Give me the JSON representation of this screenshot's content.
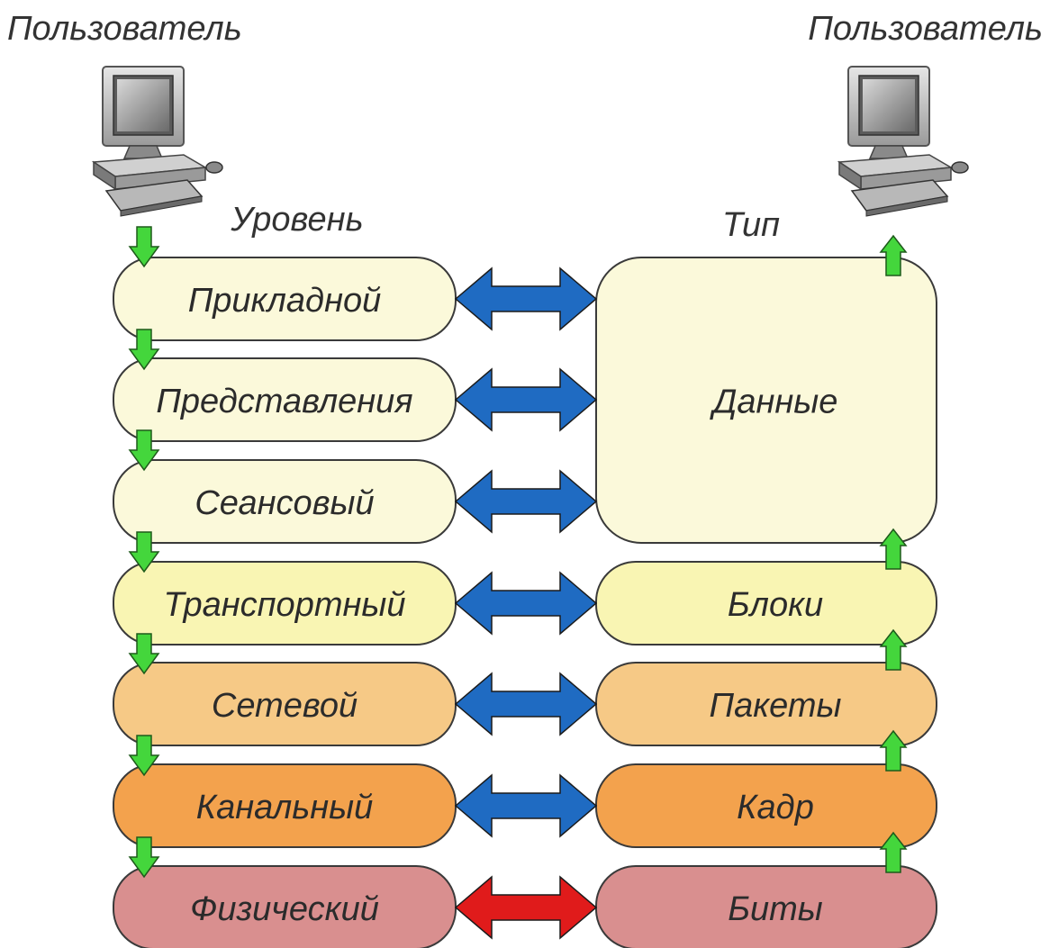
{
  "users": {
    "left": "Пользователь",
    "right": "Пользователь"
  },
  "headers": {
    "level": "Уровень",
    "type": "Тип"
  },
  "layers": [
    {
      "name": "Прикладной",
      "color": "#fbf9da",
      "italic": true
    },
    {
      "name": "Представления",
      "color": "#fbf9da",
      "italic": true
    },
    {
      "name": "Сеансовый",
      "color": "#fbf9da",
      "italic": true
    },
    {
      "name": "Транспортный",
      "color": "#f9f5b3",
      "italic": true
    },
    {
      "name": "Сетевой",
      "color": "#f6c986",
      "italic": true
    },
    {
      "name": "Канальный",
      "color": "#f3a24d",
      "italic": true
    },
    {
      "name": "Физический",
      "color": "#d98f8f",
      "italic": false
    }
  ],
  "types": [
    {
      "name": "Данные",
      "color": "#fbf9da",
      "spans_layers": [
        0,
        1,
        2
      ]
    },
    {
      "name": "Блоки",
      "color": "#f9f5b3",
      "spans_layers": [
        3
      ]
    },
    {
      "name": "Пакеты",
      "color": "#f6c986",
      "spans_layers": [
        4
      ]
    },
    {
      "name": "Кадр",
      "color": "#f3a24d",
      "spans_layers": [
        5
      ]
    },
    {
      "name": "Биты",
      "color": "#d98f8f",
      "spans_layers": [
        6
      ]
    }
  ],
  "arrows": {
    "blue_color": "#1f6bc2",
    "red_color": "#e01b1b",
    "flow_color": "#44d63c",
    "physical_arrow": "red"
  },
  "icons": {
    "computer": "computer-icon",
    "down_arrow": "green-down-arrow-icon",
    "up_arrow": "green-up-arrow-icon",
    "double_arrow": "double-arrow-icon"
  }
}
